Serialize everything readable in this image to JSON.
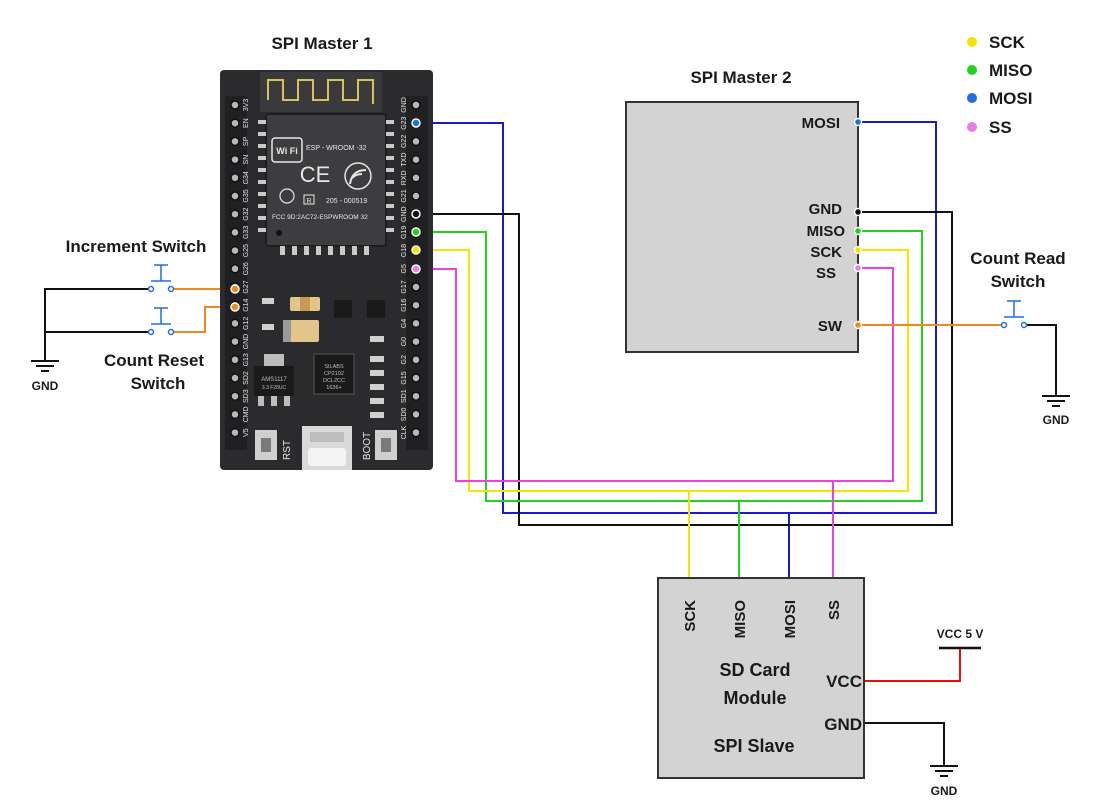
{
  "legend": [
    {
      "label": "SCK",
      "color": "#f5e400"
    },
    {
      "label": "MISO",
      "color": "#22d11a"
    },
    {
      "label": "MOSI",
      "color": "#1e6fe0"
    },
    {
      "label": "SS",
      "color": "#f07ae6"
    }
  ],
  "colors": {
    "sck": "#f5e400",
    "miso": "#22d11a",
    "mosi": "#1a1acc",
    "ss": "#e842e0",
    "gnd": "#111111",
    "sw": "#f08a1e",
    "vcc": "#e01010",
    "switch": "#1e6fe0"
  },
  "master1": {
    "title": "SPI Master 1",
    "module_name": "ESP - WROOM -32",
    "ce_mark": "CE",
    "r_mark": "R",
    "cert_no": "205 - 000519",
    "fcc_id": "FCC 9D:2AC72-ESPWROOM 32",
    "regulator": "AMS1117\n3.3 F28UC",
    "usb_chip": "SILABS\nCP2102\nDCL2CC\n1636+",
    "rst_label": "RST",
    "boot_label": "BOOT",
    "left_pins": [
      "3V3",
      "EN",
      "SP",
      "SN",
      "G34",
      "G35",
      "G32",
      "G33",
      "G25",
      "G26",
      "G27",
      "G14",
      "G12",
      "GND",
      "G13",
      "SD2",
      "SD3",
      "CMD",
      "V5"
    ],
    "right_pins": [
      "GND",
      "G23",
      "G22",
      "TXD",
      "RXD",
      "G21",
      "GND",
      "G19",
      "G18",
      "G5",
      "G17",
      "G16",
      "G4",
      "G0",
      "G2",
      "G15",
      "SD1",
      "SD0",
      "CLK"
    ]
  },
  "master2": {
    "title": "SPI Master 2",
    "pins": {
      "mosi": "MOSI",
      "gnd": "GND",
      "miso": "MISO",
      "sck": "SCK",
      "ss": "SS",
      "sw": "SW"
    }
  },
  "slave": {
    "pins": {
      "sck": "SCK",
      "miso": "MISO",
      "mosi": "MOSI",
      "ss": "SS",
      "vcc": "VCC",
      "gnd": "GND"
    },
    "name_line1": "SD Card",
    "name_line2": "Module",
    "role": "SPI Slave"
  },
  "labels": {
    "increment_switch": "Increment Switch",
    "count_reset_line1": "Count Reset",
    "count_reset_line2": "Switch",
    "count_read_line1": "Count Read",
    "count_read_line2": "Switch",
    "gnd": "GND",
    "vcc": "VCC 5 V"
  }
}
